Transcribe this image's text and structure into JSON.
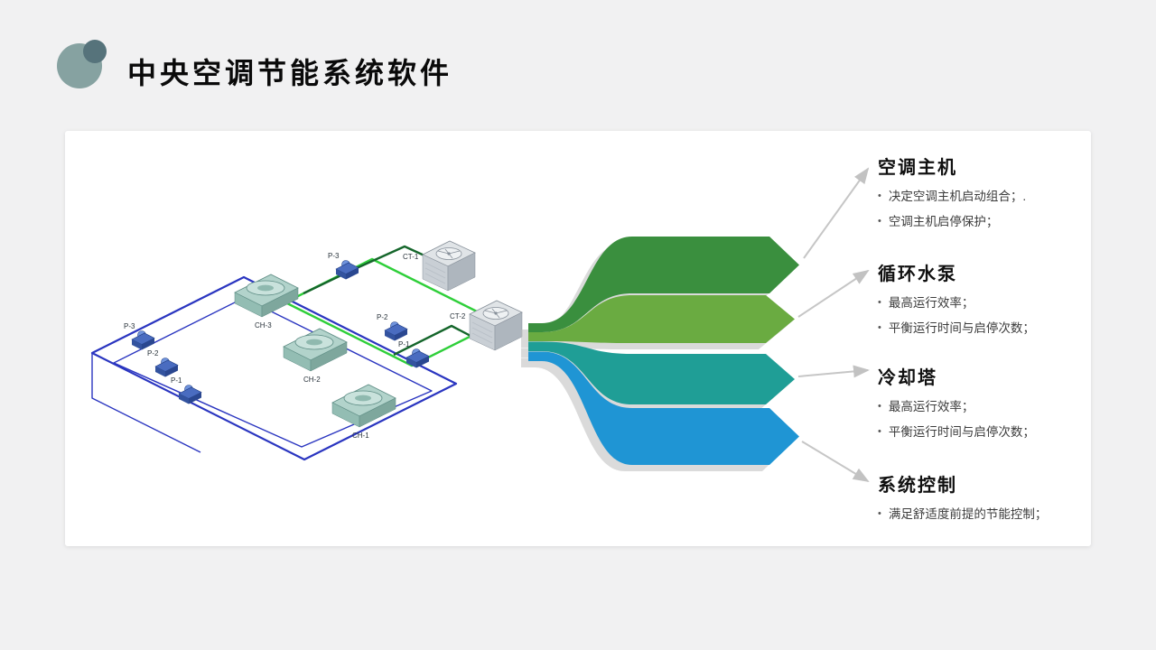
{
  "slide": {
    "title": "中央空调节能系统软件",
    "bullet_glyph": "•"
  },
  "logo": {
    "big_color": "#86a2a1",
    "small_color": "#56737b"
  },
  "funnel": {
    "colors": {
      "band1": "#3a8f3e",
      "band2": "#6aab41",
      "band3": "#1f9e96",
      "band4": "#1f95d4"
    }
  },
  "diagram": {
    "labels": {
      "ch1": "CH-1",
      "ch2": "CH-2",
      "ch3": "CH-3",
      "p1": "P-1",
      "p2": "P-2",
      "p3": "P-3",
      "ct1": "CT-1",
      "ct2": "CT-2"
    }
  },
  "sections": [
    {
      "heading": "空调主机",
      "bullets": [
        "决定空调主机启动组合；.",
        "空调主机启停保护；"
      ]
    },
    {
      "heading": "循环水泵",
      "bullets": [
        "最高运行效率；",
        "平衡运行时间与启停次数；"
      ]
    },
    {
      "heading": "冷却塔",
      "bullets": [
        "最高运行效率；",
        "平衡运行时间与启停次数；"
      ]
    },
    {
      "heading": "系统控制",
      "bullets": [
        "满足舒适度前提的节能控制；"
      ]
    }
  ]
}
